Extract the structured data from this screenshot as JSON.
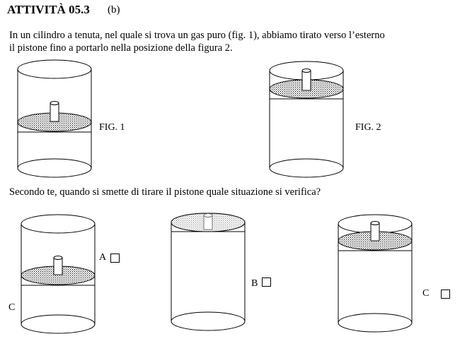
{
  "header": {
    "title": "ATTIVITÀ 05.3",
    "subtitle": "(b)"
  },
  "intro": {
    "line1": "In un cilindro a tenuta, nel quale si trova un gas puro (fig. 1), abbiamo tirato verso l’esterno",
    "line2": "il pistone fino a portarlo nella posizione della figura 2."
  },
  "figures": {
    "fig1_label": "FIG. 1",
    "fig2_label": "FIG. 2"
  },
  "question": "Secondo te, quando si smette di tirare il pistone quale situazione si verifica?",
  "options": {
    "a_label": "A",
    "b_label": "B",
    "c_label": "C",
    "c_left_label": "C"
  }
}
